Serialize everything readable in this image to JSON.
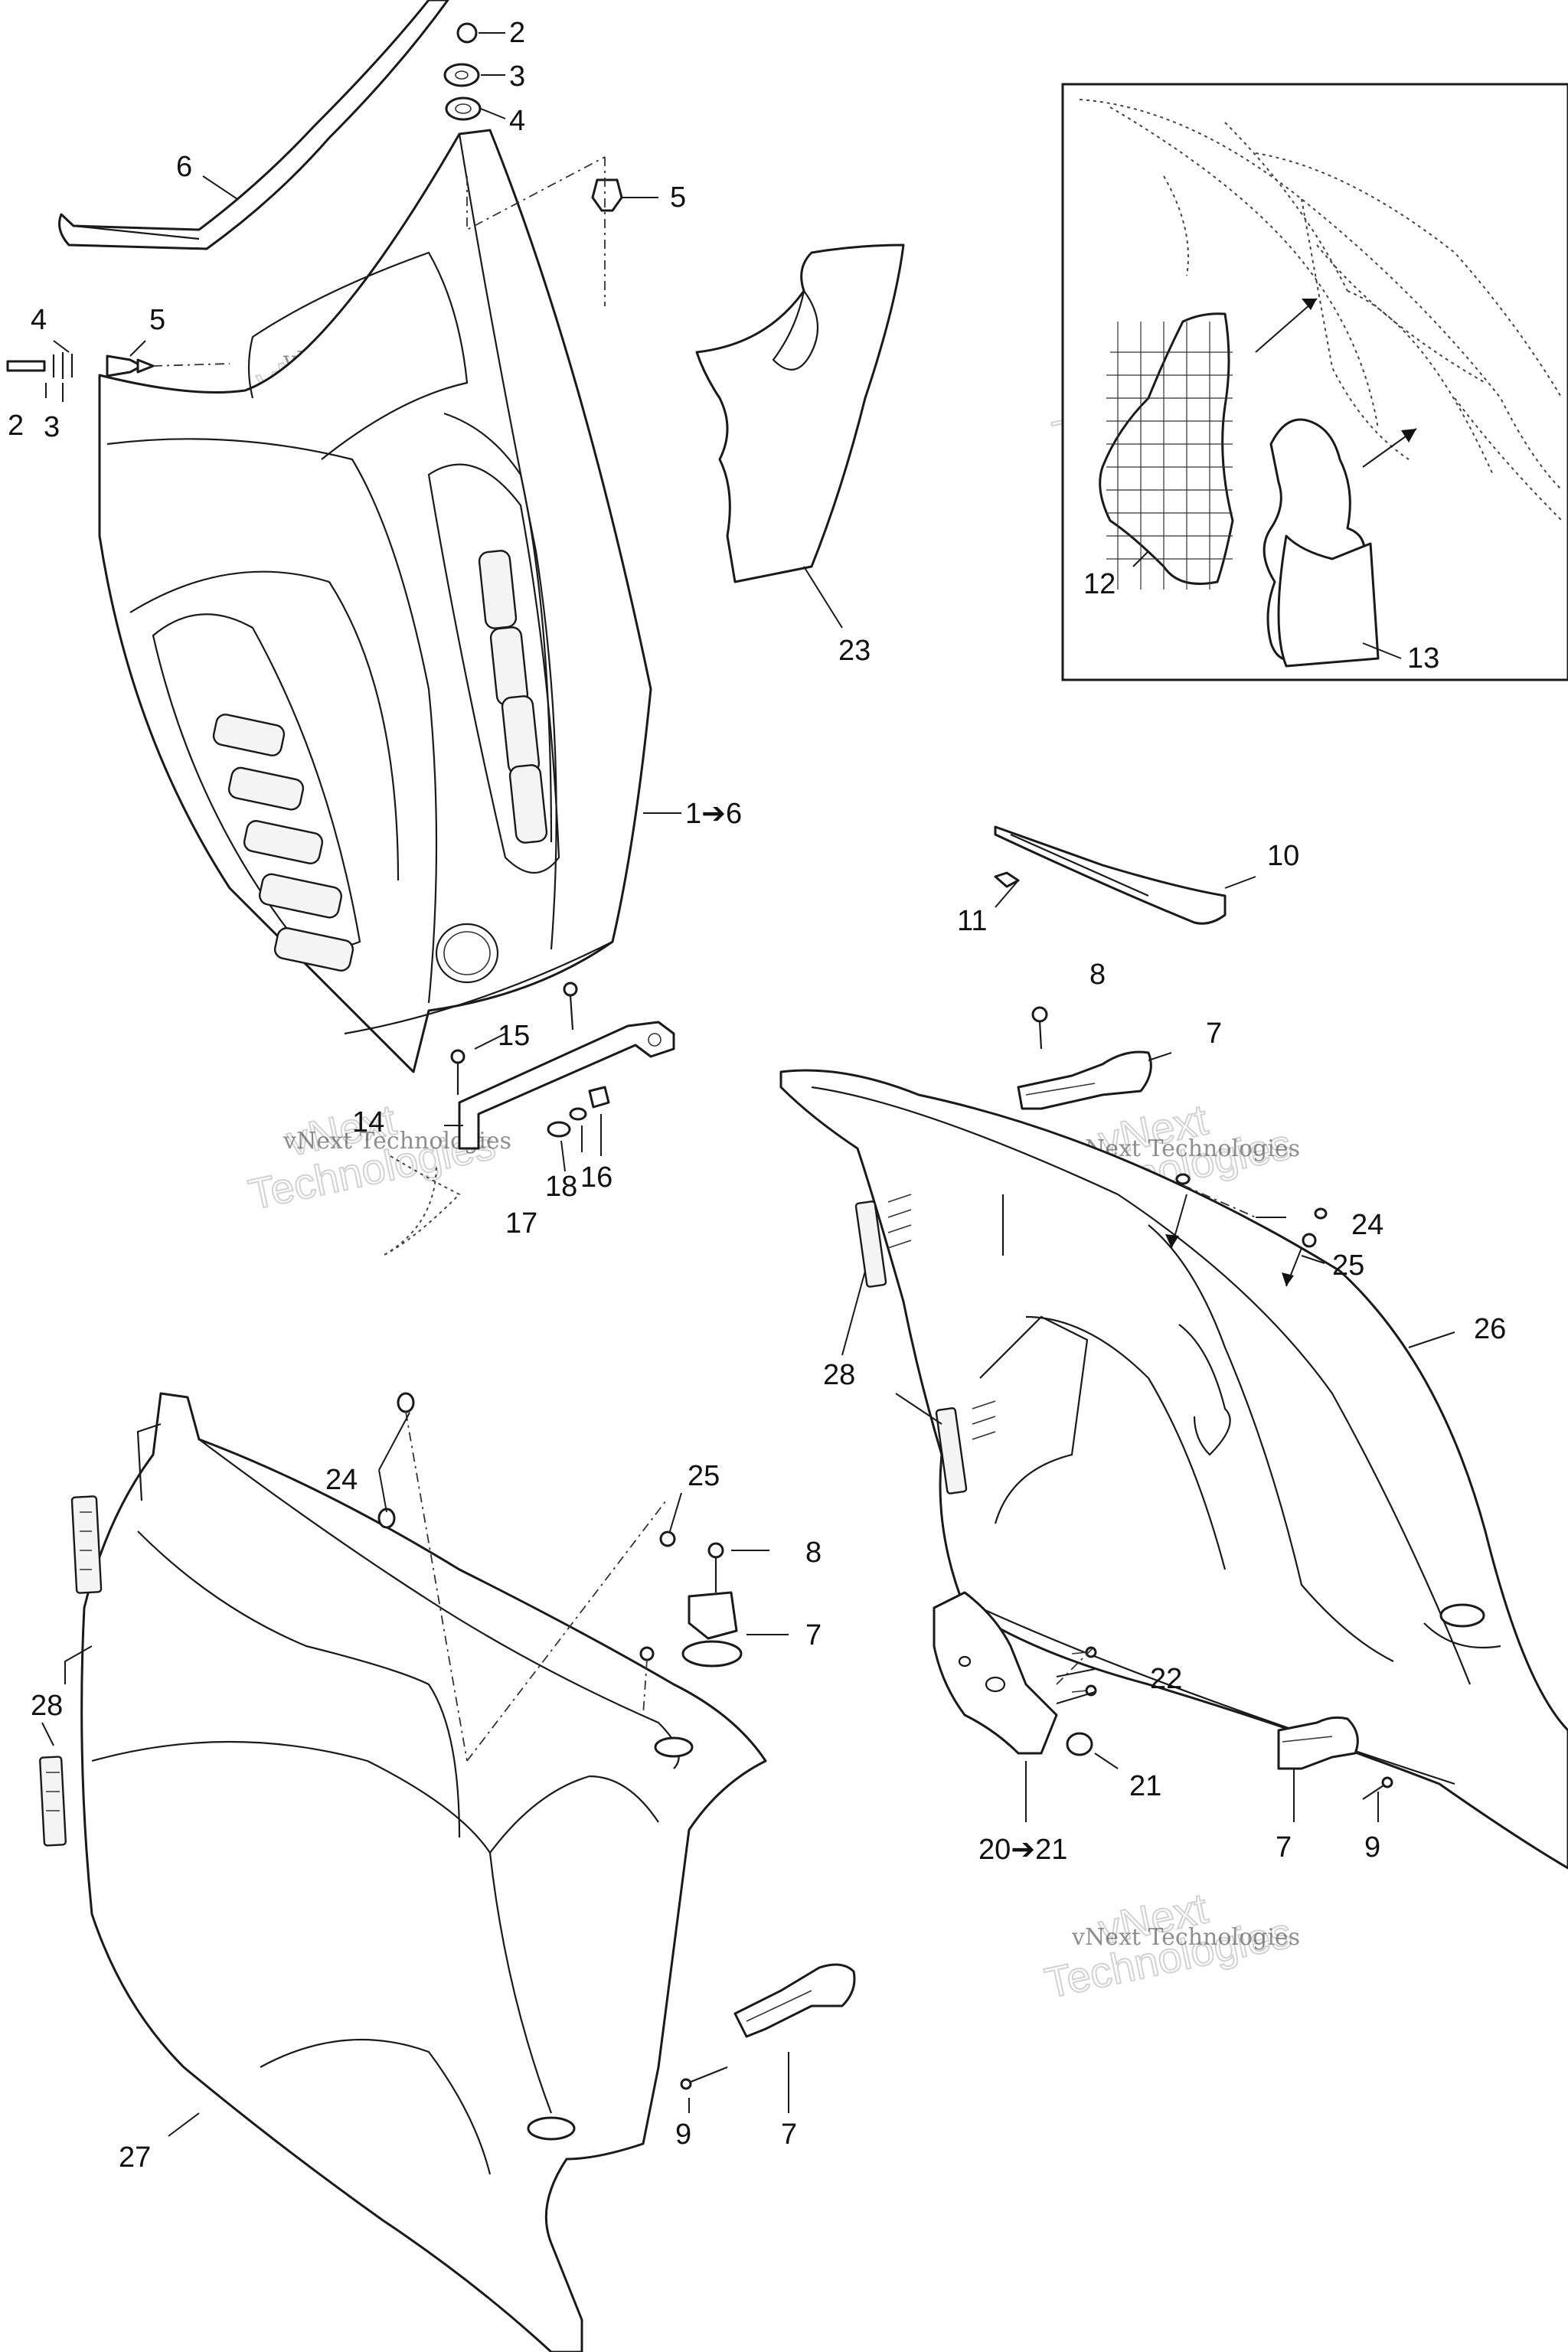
{
  "watermark": {
    "company": "vNext Technologies",
    "outline_line1": "vNext",
    "outline_line2": "Technologies"
  },
  "callouts": {
    "c2a": "2",
    "c3a": "3",
    "c4a": "4",
    "c5a": "5",
    "c6": "6",
    "c4b": "4",
    "c5b": "5",
    "c2b": "2",
    "c3b": "3",
    "c23": "23",
    "c12": "12",
    "c13": "13",
    "c1to6": "1➔6",
    "c10": "10",
    "c11": "11",
    "c8a": "8",
    "c7a": "7",
    "c15": "15",
    "c14": "14",
    "c18": "18",
    "c16": "16",
    "c17": "17",
    "c24a": "24",
    "c25a": "25",
    "c26": "26",
    "c28a": "28",
    "c24b": "24",
    "c25b": "25",
    "c8b": "8",
    "c7b": "7",
    "c22": "22",
    "c21": "21",
    "c20to21": "20➔21",
    "c7c": "7",
    "c9a": "9",
    "c28b": "28",
    "c27": "27",
    "c9b": "9",
    "c7d": "7"
  }
}
